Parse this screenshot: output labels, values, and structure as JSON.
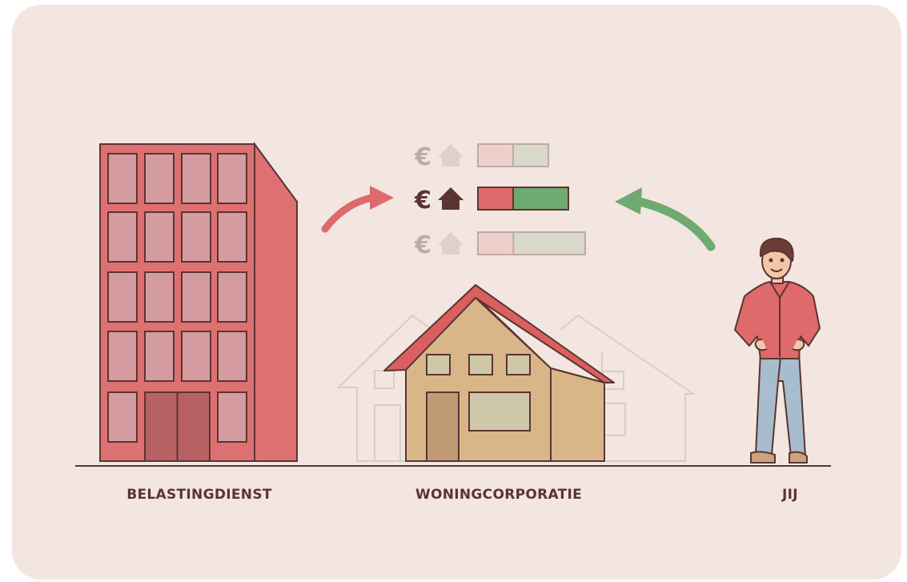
{
  "labels": {
    "tax_office": "BELASTINGDIENST",
    "housing_corporation": "WONINGCORPORATIE",
    "you": "JIJ"
  },
  "income_rows": [
    {
      "symbol": "€",
      "state": "faded",
      "red_share": 0.5
    },
    {
      "symbol": "€",
      "state": "active",
      "red_share": 0.39
    },
    {
      "symbol": "€",
      "state": "faded",
      "red_share": 0.33
    }
  ],
  "colors": {
    "background": "#f3e6e1",
    "text": "#5b3432",
    "building_red": "#dd7172",
    "window_pink": "#d49ca0",
    "door_dark": "#b86163",
    "house_tan": "#d9b688",
    "roof_red": "#d9605f",
    "green_accent": "#6eaa71",
    "red_accent": "#de6a6b",
    "outline": "#5b3432"
  },
  "icons": [
    "euro-icon",
    "house-icon",
    "arrow-right-icon",
    "arrow-left-icon"
  ]
}
